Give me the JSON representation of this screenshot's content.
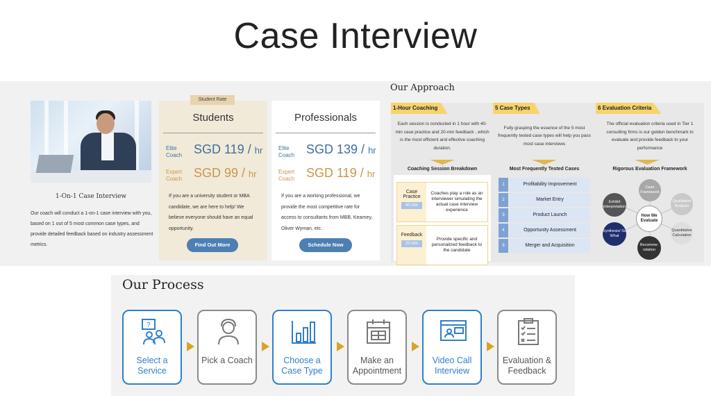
{
  "page_title": "Case Interview",
  "case_card": {
    "title": "1-On-1 Case Interview",
    "description": "Our coach will conduct a 1-on-1 case interview with you, based on 1 out of 5 most common case types, and provide detailed feedback based on industry assessment metrics."
  },
  "students": {
    "badge": "Student Rate",
    "title": "Students",
    "elite_label": "Elite Coach",
    "elite_price": "SGD 119 /",
    "expert_label": "Expert Coach",
    "expert_price": "SGD 99 /",
    "unit": "hr",
    "description": "If you are a university student or MBA candidate, we are here to help! We believe everyone should have an equal opportunity.",
    "button": "Find Out More"
  },
  "professionals": {
    "title": "Professionals",
    "elite_label": "Elite Coach",
    "elite_price": "SGD 139 /",
    "expert_label": "Expert Coach",
    "expert_price": "SGD 119 /",
    "unit": "hr",
    "description": "If you are a working professional, we provide the most competitive rate for access to consultants from MBB, Kearney, Oliver Wyman, etc.",
    "button": "Schedule Now"
  },
  "approach": {
    "title": "Our Approach",
    "coaching": {
      "tab": "1-Hour Coaching",
      "intro": "Each session is conducted in 1 hour with 40-min case practice and 20-min feedback , which is the most efficient and effective coaching duration.",
      "heading": "Coaching Session Breakdown",
      "rows": [
        {
          "label": "Case Practice",
          "minutes": "40 min",
          "text": "Coaches play a role as an interviewer simulating the actual case interview experience"
        },
        {
          "label": "Feedback",
          "minutes": "20 min",
          "text": "Provide specific and personalized feedback to the candidate"
        }
      ]
    },
    "case_types": {
      "tab": "5 Case Types",
      "intro": "Fully grasping the essence of the 5 most frequently tested case types will help you pass most case interviews",
      "heading": "Most Frequently Tested Cases",
      "items": [
        {
          "num": "1",
          "name": "Profitability Improvement"
        },
        {
          "num": "2",
          "name": "Market Entry"
        },
        {
          "num": "3",
          "name": "Product Launch"
        },
        {
          "num": "4",
          "name": "Opportunity Assessment"
        },
        {
          "num": "5",
          "name": "Merger and Acquisition"
        }
      ]
    },
    "criteria": {
      "tab": "6 Evaluation Criteria",
      "intro": "The official evaluation criteria used in Tier 1 consulting firms is our golden benchmark to evaluate and provide feedback to your performance",
      "heading": "Rigorous Evaluation Framework",
      "center": "How We Evaluate",
      "nodes": [
        "Case Framework",
        "Qualitative Analysis",
        "Quantitative Calculation",
        "Recomme-ndation",
        "Synthesis/ So What",
        "Exhibit Interpretation"
      ]
    }
  },
  "process": {
    "title": "Our Process",
    "steps": [
      {
        "label": "Select a Service",
        "icon": "select-service-icon"
      },
      {
        "label": "Pick a Coach",
        "icon": "coach-icon"
      },
      {
        "label": "Choose a Case Type",
        "icon": "bar-chart-icon"
      },
      {
        "label": "Make an Appointment",
        "icon": "calendar-icon"
      },
      {
        "label": "Video Call Interview",
        "icon": "video-call-icon"
      },
      {
        "label": "Evaluation & Feedback",
        "icon": "checklist-icon"
      }
    ]
  },
  "colors": {
    "accent_blue": "#2f7fcb",
    "gold": "#d9a32b",
    "tab_yellow": "#f7d46b"
  }
}
